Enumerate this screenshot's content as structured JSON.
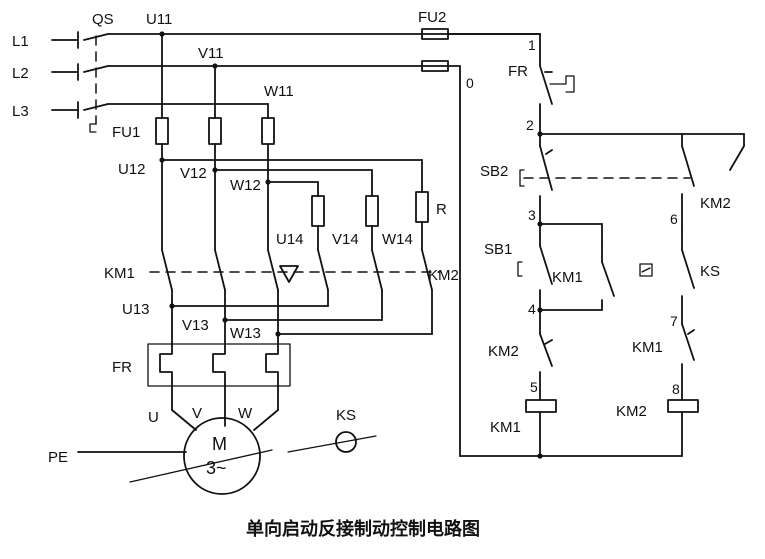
{
  "caption": "单向启动反接制动控制电路图",
  "power": {
    "phases": [
      "L1",
      "L2",
      "L3"
    ],
    "switch": "QS",
    "fuse_main": "FU1",
    "fuse_control": "FU2",
    "nodes": {
      "u11": "U11",
      "v11": "V11",
      "w11": "W11",
      "u12": "U12",
      "v12": "V12",
      "w12": "W12",
      "u13": "U13",
      "v13": "V13",
      "w13": "W13",
      "u14": "U14",
      "v14": "V14",
      "w14": "W14"
    },
    "resistor": "R",
    "contactor_run": "KM1",
    "contactor_brake": "KM2",
    "overload": "FR",
    "motor_terminals": [
      "U",
      "V",
      "W"
    ],
    "earth": "PE",
    "motor_name": "M",
    "motor_phase": "3~",
    "speed_relay": "KS"
  },
  "control": {
    "wire_numbers": {
      "n0": "0",
      "n1": "1",
      "n2": "2",
      "n3": "3",
      "n4": "4",
      "n5": "5",
      "n6": "6",
      "n7": "7",
      "n8": "8"
    },
    "fr_contact": "FR",
    "stop_button": "SB2",
    "start_button": "SB1",
    "km1_holding": "KM1",
    "km2_holding": "KM2",
    "ks_contact": "KS",
    "km2_interlock": "KM2",
    "km1_interlock": "KM1",
    "km1_coil": "KM1",
    "km2_coil": "KM2"
  }
}
